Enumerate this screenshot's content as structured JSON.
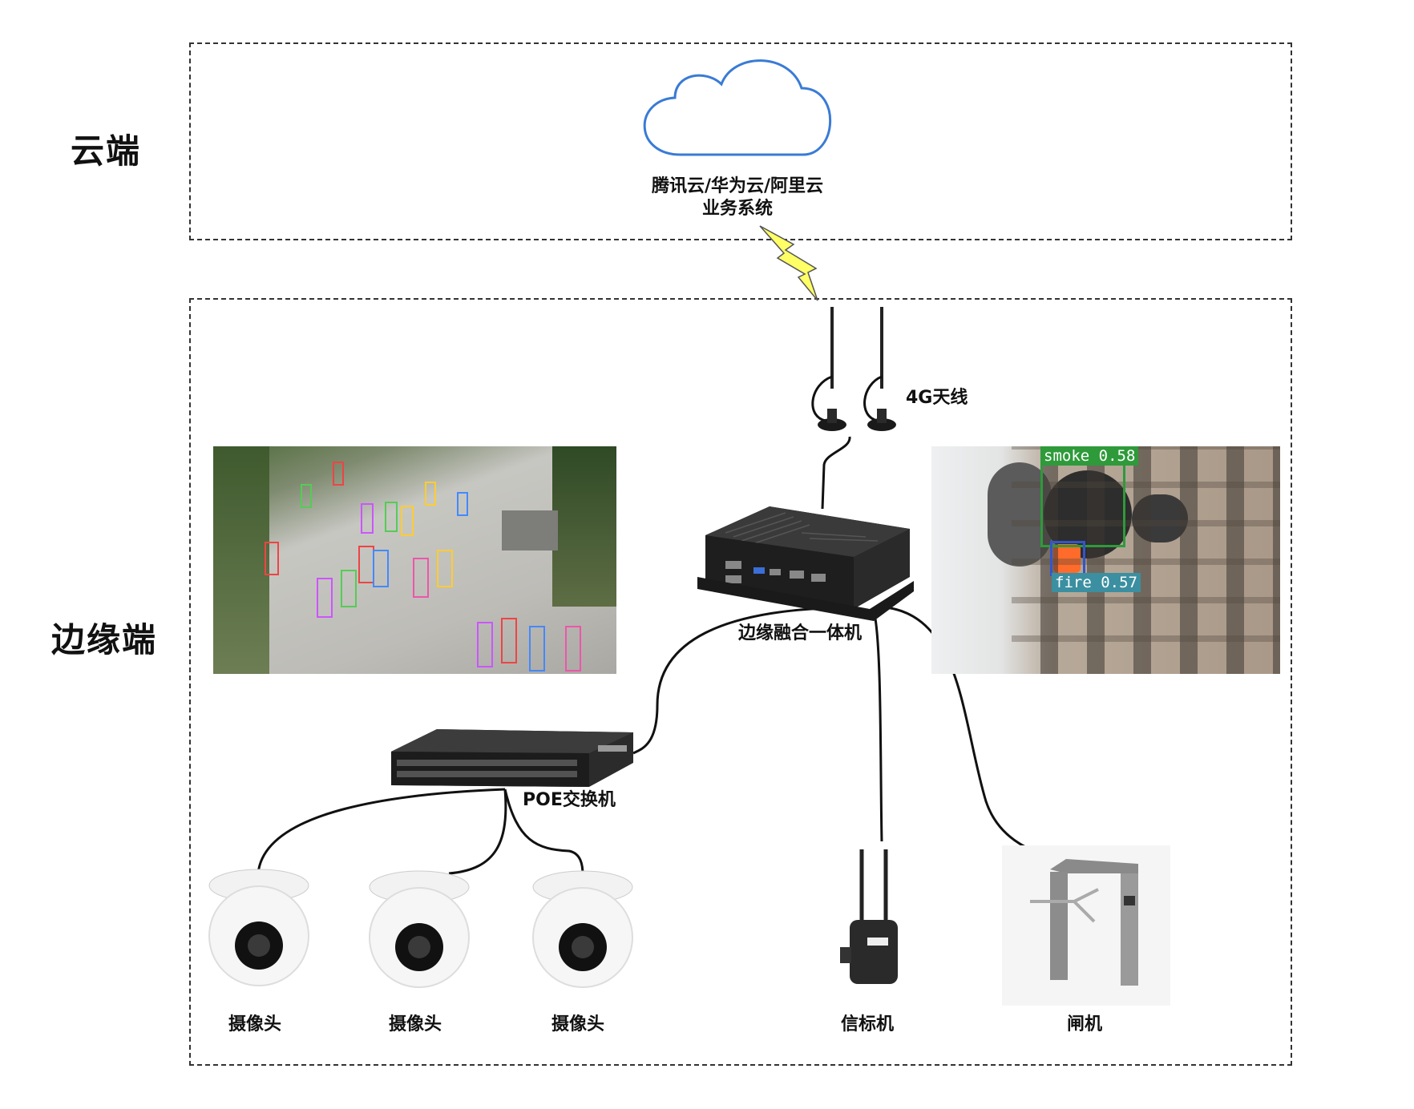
{
  "zones": {
    "cloud_label": "云端",
    "edge_label": "边缘端"
  },
  "cloud": {
    "line1": "腾讯云/华为云/阿里云",
    "line2": "业务系统",
    "icon": "cloud-icon",
    "color": "#3a7bd5"
  },
  "antenna": {
    "label": "4G天线",
    "icon": "antenna-icon"
  },
  "edge_box": {
    "label": "边缘融合一体机",
    "icon": "edge-computer-icon"
  },
  "switch": {
    "label": "POE交换机",
    "icon": "network-switch-icon"
  },
  "devices": [
    {
      "label": "摄像头",
      "icon": "dome-camera-icon"
    },
    {
      "label": "摄像头",
      "icon": "dome-camera-icon"
    },
    {
      "label": "摄像头",
      "icon": "dome-camera-icon"
    },
    {
      "label": "信标机",
      "icon": "beacon-device-icon"
    },
    {
      "label": "闸机",
      "icon": "turnstile-gate-icon"
    }
  ],
  "detections": {
    "smoke": "smoke 0.58",
    "fire": "fire 0.57",
    "smoke_color": "#2e9a3a",
    "fire_color": "#3b8fa0"
  },
  "link": {
    "icon": "lightning-bolt-icon",
    "color": "#ffff66"
  }
}
